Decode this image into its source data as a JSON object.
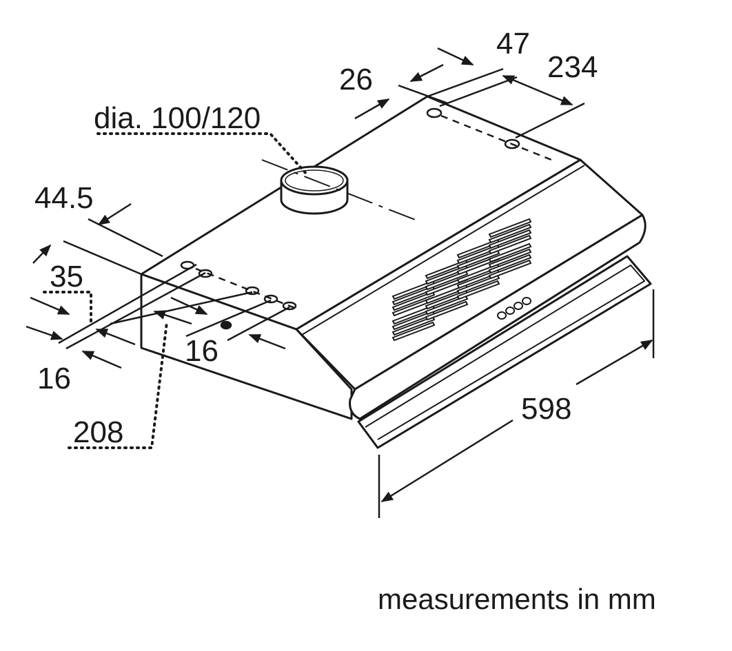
{
  "diagram": {
    "duct_label": "dia. 100/120",
    "dimensions": {
      "d_47": "47",
      "d_26": "26",
      "d_234": "234",
      "d_44_5": "44.5",
      "d_35": "35",
      "d_16_left": "16",
      "d_16_bottom": "16",
      "d_208": "208",
      "d_598": "598"
    },
    "footer": "measurements in mm"
  }
}
